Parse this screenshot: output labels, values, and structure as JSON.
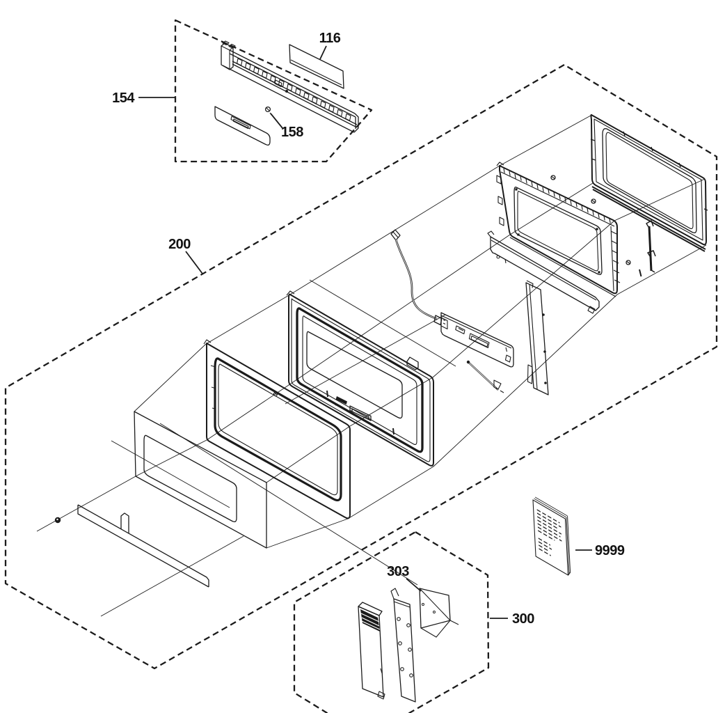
{
  "figure": {
    "kind": "exploded-parts-diagram",
    "subject": "microwave door and panel assembly",
    "background": "#ffffff",
    "ink": "#1b1b1b"
  },
  "callouts": [
    {
      "label": "154"
    },
    {
      "label": "116"
    },
    {
      "label": "158"
    },
    {
      "label": "200"
    },
    {
      "label": "303"
    },
    {
      "label": "300"
    },
    {
      "label": "9999"
    }
  ]
}
